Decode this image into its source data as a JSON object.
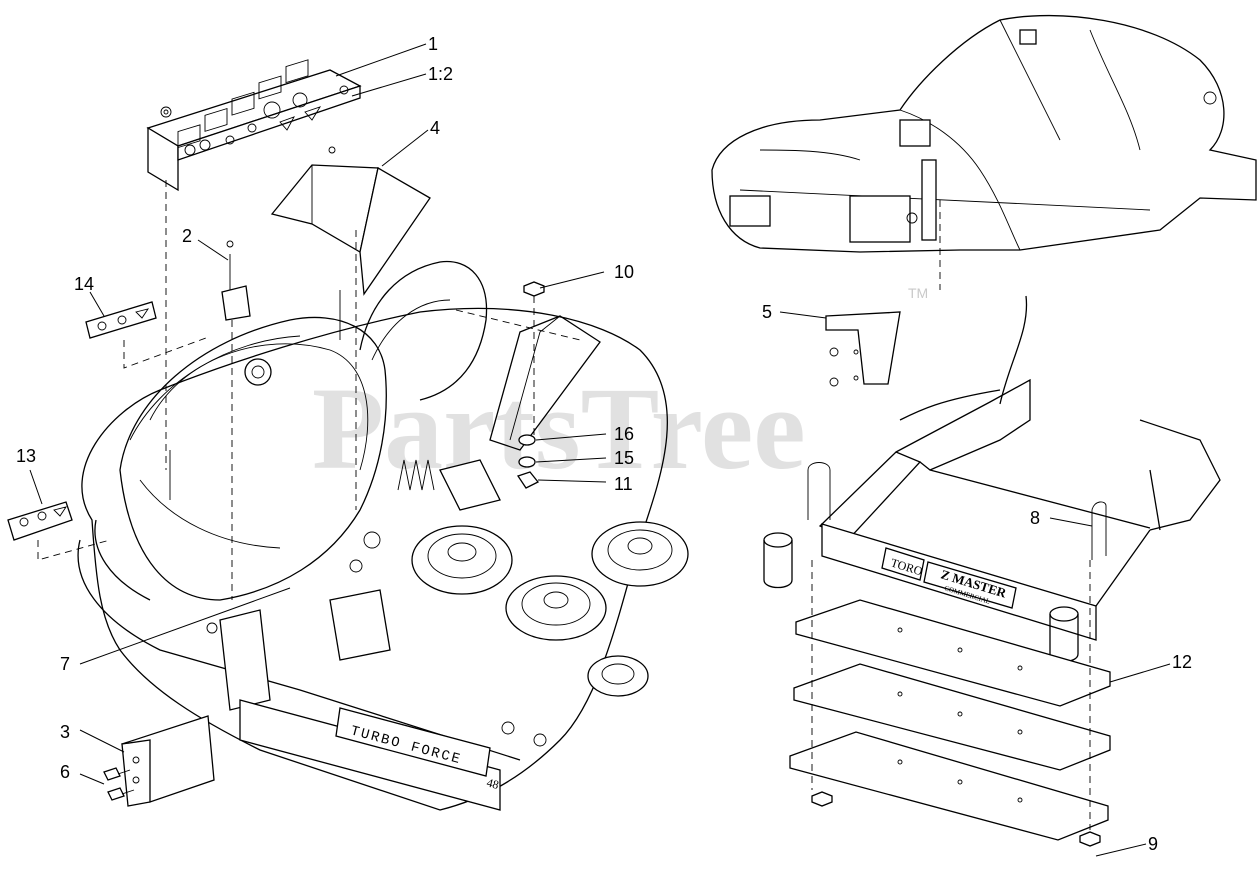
{
  "watermark": {
    "text": "PartsTree",
    "trademark": "TM"
  },
  "deck_label": {
    "line1": "TURBO FORCE",
    "size": "48"
  },
  "frame_label": {
    "brand": "TORO",
    "model": "Z MASTER",
    "sub": "COMMERCIAL"
  },
  "callouts": [
    {
      "id": "1",
      "label": "1"
    },
    {
      "id": "1-2",
      "label": "1:2"
    },
    {
      "id": "2",
      "label": "2"
    },
    {
      "id": "3",
      "label": "3"
    },
    {
      "id": "4",
      "label": "4"
    },
    {
      "id": "5",
      "label": "5"
    },
    {
      "id": "6",
      "label": "6"
    },
    {
      "id": "7",
      "label": "7"
    },
    {
      "id": "8",
      "label": "8"
    },
    {
      "id": "9",
      "label": "9"
    },
    {
      "id": "10",
      "label": "10"
    },
    {
      "id": "11",
      "label": "11"
    },
    {
      "id": "12",
      "label": "12"
    },
    {
      "id": "13",
      "label": "13"
    },
    {
      "id": "14",
      "label": "14"
    },
    {
      "id": "15",
      "label": "15"
    },
    {
      "id": "16",
      "label": "16"
    }
  ]
}
